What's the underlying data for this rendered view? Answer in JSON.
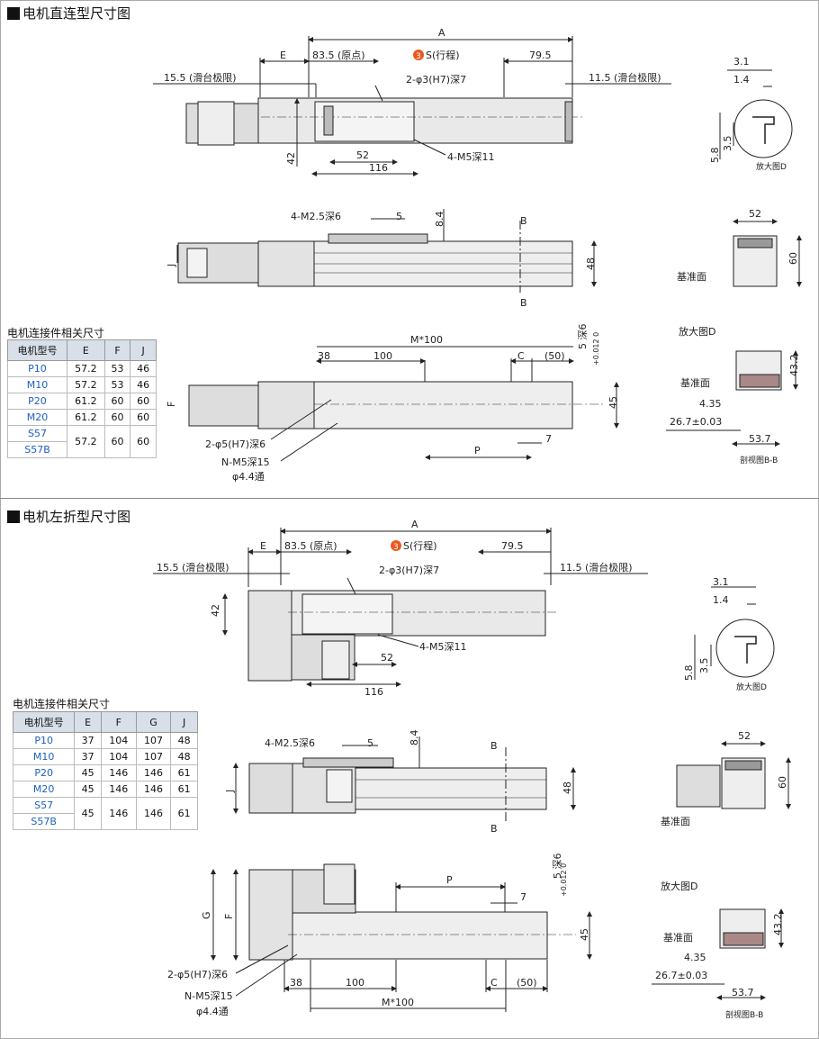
{
  "section1": {
    "title": "电机直连型尺寸图",
    "table_title": "电机连接件相关尺寸",
    "headers": [
      "电机型号",
      "E",
      "F",
      "J"
    ],
    "rows": [
      {
        "model": "P10",
        "vals": [
          "57.2",
          "53",
          "46"
        ]
      },
      {
        "model": "M10",
        "vals": [
          "57.2",
          "53",
          "46"
        ]
      },
      {
        "model": "P20",
        "vals": [
          "61.2",
          "60",
          "60"
        ]
      },
      {
        "model": "M20",
        "vals": [
          "61.2",
          "60",
          "60"
        ]
      },
      {
        "model": "S57",
        "model2": "S57B",
        "vals": [
          "57.2",
          "60",
          "60"
        ]
      }
    ],
    "labels": {
      "A": "A",
      "E": "E",
      "origin": "83.5 (原点)",
      "stroke_num": "3",
      "stroke": "S(行程)",
      "d795": "79.5",
      "limit_l": "15.5 (滑台极限)",
      "limit_r": "11.5 (滑台极限)",
      "pin": "2-φ3(H7)深7",
      "m5_11": "4-M5深11",
      "d52": "52",
      "d116": "116",
      "d42": "42",
      "m25": "4-M2.5深6",
      "d5": "5",
      "d84": "8.4",
      "B": "B",
      "J": "J",
      "d48": "48",
      "Mx100": "M*100",
      "d38": "38",
      "d100": "100",
      "C": "C",
      "d50": "(50)",
      "tol": "+0.012 0",
      "deep6": "5 深6",
      "d45": "45",
      "F": "F",
      "P": "P",
      "d7": "7",
      "pin5": "2-φ5(H7)深6",
      "nm5": "N-M5深15",
      "thru": "φ4.4通",
      "d31": "3.1",
      "d14": "1.4",
      "d58": "5.8",
      "d35": "3.5",
      "zoomD": "放大图D",
      "d52b": "52",
      "d60": "60",
      "datum": "基准面",
      "zoomD2": "放大图D",
      "d432": "43.2",
      "datum2": "基准面",
      "d435": "4.35",
      "d267": "26.7±0.03",
      "d537": "53.7",
      "sectionBB": "剖视图B-B"
    }
  },
  "section2": {
    "title": "电机左折型尺寸图",
    "table_title": "电机连接件相关尺寸",
    "headers": [
      "电机型号",
      "E",
      "F",
      "G",
      "J"
    ],
    "rows": [
      {
        "model": "P10",
        "vals": [
          "37",
          "104",
          "107",
          "48"
        ]
      },
      {
        "model": "M10",
        "vals": [
          "37",
          "104",
          "107",
          "48"
        ]
      },
      {
        "model": "P20",
        "vals": [
          "45",
          "146",
          "146",
          "61"
        ]
      },
      {
        "model": "M20",
        "vals": [
          "45",
          "146",
          "146",
          "61"
        ]
      },
      {
        "model": "S57",
        "model2": "S57B",
        "vals": [
          "45",
          "146",
          "146",
          "61"
        ]
      }
    ],
    "labels": {
      "A": "A",
      "E": "E",
      "origin": "83.5 (原点)",
      "stroke_num": "3",
      "stroke": "S(行程)",
      "d795": "79.5",
      "limit_l": "15.5 (滑台极限)",
      "limit_r": "11.5 (滑台极限)",
      "pin": "2-φ3(H7)深7",
      "d42": "42",
      "m5_11": "4-M5深11",
      "d52": "52",
      "d116": "116",
      "m25": "4-M2.5深6",
      "d5": "5",
      "d84": "8.4",
      "B": "B",
      "J": "J",
      "d48": "48",
      "P": "P",
      "d7": "7",
      "tol": "+0.012 0",
      "deep6": "5 深6",
      "G": "G",
      "F": "F",
      "d45": "45",
      "pin5": "2-φ5(H7)深6",
      "d38": "38",
      "d100": "100",
      "C": "C",
      "d50": "(50)",
      "nm5": "N-M5深15",
      "Mx100": "M*100",
      "thru": "φ4.4通",
      "d31": "3.1",
      "d14": "1.4",
      "d58": "5.8",
      "d35": "3.5",
      "zoomD": "放大图D",
      "d52b": "52",
      "d60": "60",
      "datum": "基准面",
      "zoomD2": "放大图D",
      "d432": "43.2",
      "datum2": "基准面",
      "d435": "4.35",
      "d267": "26.7±0.03",
      "d537": "53.7",
      "sectionBB": "剖视图B-B"
    }
  },
  "colors": {
    "line": "#222",
    "fill": "#e6e6e6",
    "dark": "#9a9a9a",
    "accent": "#e85a1f",
    "blue": "#1f5fbf",
    "header": "#d8dfe8"
  }
}
